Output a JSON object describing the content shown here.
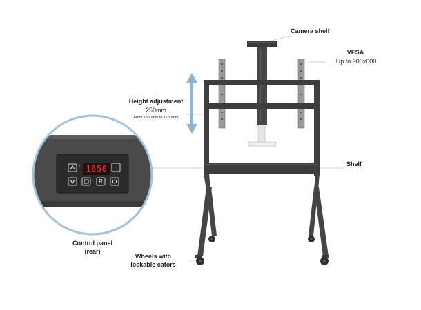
{
  "labels": {
    "camera_shelf": "Camera shelf",
    "vesa_title": "VESA",
    "vesa_sub": "Up to 900x600",
    "height_title": "Height adjustment",
    "height_value": "250mm",
    "height_range": "(From 1500mm to 1750mm)",
    "shelf": "Shelf",
    "control_panel_title": "Control panel",
    "control_panel_sub": "(rear)",
    "wheels_line1": "Wheels with",
    "wheels_line2": "lockable cators"
  },
  "panel": {
    "display_value": "1650",
    "button_r": "R"
  },
  "colors": {
    "frame": "#3f3f3f",
    "arrow": "#8cb4d6",
    "panel_body": "#4a4a4a",
    "display_text": "#ff2a2a",
    "callout_circle": "#9fc3dc"
  }
}
